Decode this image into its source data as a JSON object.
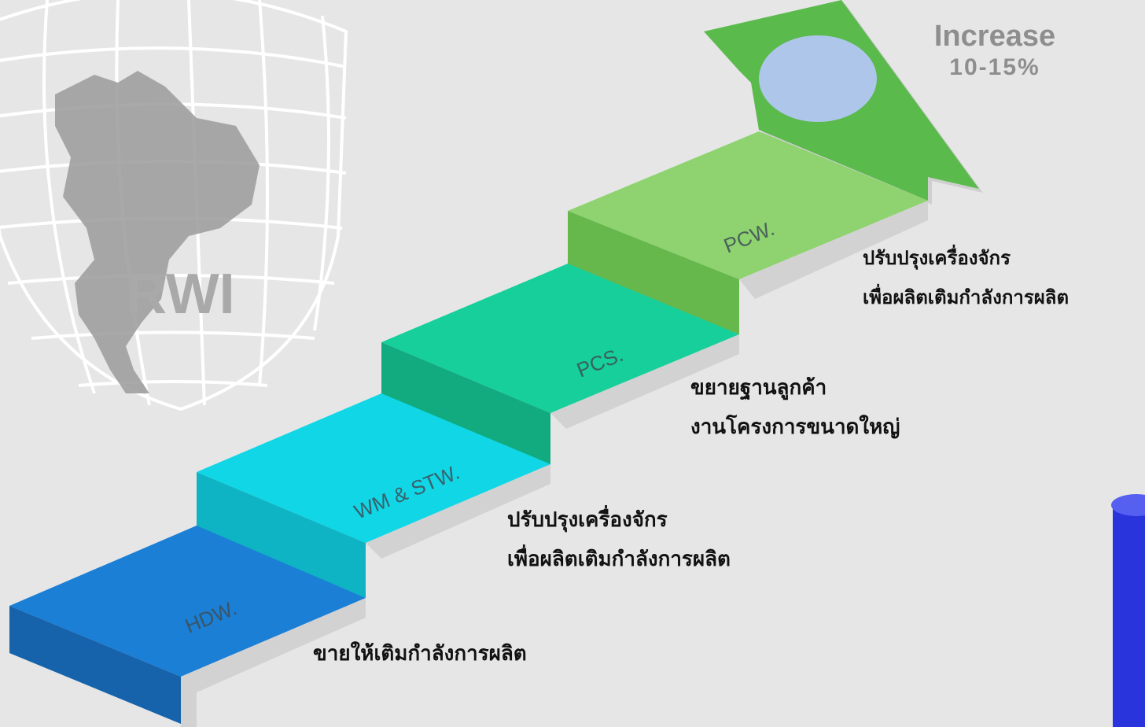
{
  "logo": {
    "text": "RWI"
  },
  "increase": {
    "title": "Increase",
    "range": "10-15%"
  },
  "steps": [
    {
      "label": "HDW.",
      "note": [
        "ขายให้เติมกำลังการผลิต"
      ]
    },
    {
      "label": "WM & STW.",
      "note": [
        "ปรับปรุงเครื่องจักร",
        "เพื่อผลิตเติมกำลังการผลิต"
      ]
    },
    {
      "label": "PCS.",
      "note": [
        "ขยายฐานลูกค้า",
        "งานโครงการขนาดใหญ่"
      ]
    },
    {
      "label": "PCW.",
      "note": [
        "ปรับปรุงเครื่องจักร",
        "เพื่อผลิตเติมกำลังการผลิต"
      ]
    }
  ],
  "colors": {
    "background": "#e6e6e6",
    "hdw_top": "#1b7fd6",
    "hdw_side": "#1663ab",
    "wm_top": "#10d6e6",
    "wm_side": "#0eb4c3",
    "pcs_top": "#16cf9a",
    "pcs_side": "#12ab7f",
    "pcw_top": "#8ed36f",
    "pcw_side": "#66b84d",
    "arrow": "#5aba4c",
    "circle": "#aec6ea",
    "cylinder": "#2a34dd"
  }
}
